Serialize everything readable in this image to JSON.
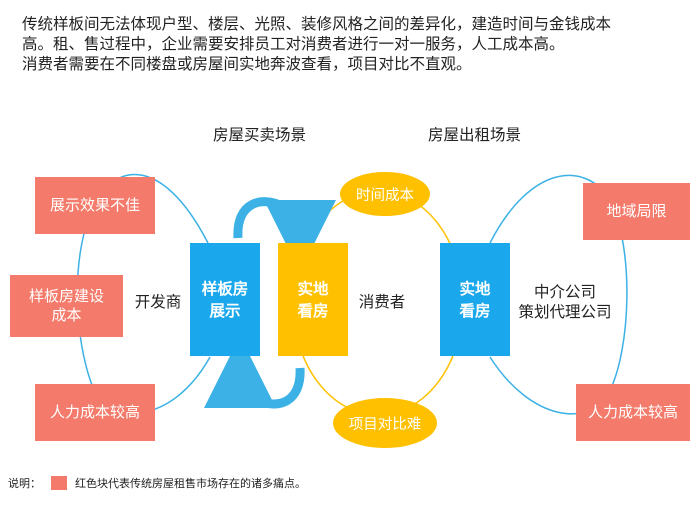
{
  "intro": {
    "line1": "传统样板间无法体现户型、楼层、光照、装修风格之间的差异化，建造时间与金钱成本",
    "line2": "高。租、售过程中，企业需要安排员工对消费者进行一对一服务，人工成本高。",
    "line3": "消费者需要在不同楼盘或房屋间实地奔波查看，项目对比不直观。"
  },
  "scenes": {
    "buy_sell": "房屋买卖场景",
    "rent": "房屋出租场景"
  },
  "left_pain_points": [
    "展示效果不佳",
    "样板房建设\n成本",
    "人力成本较高"
  ],
  "right_pain_points": [
    "地域局限",
    "人力成本较高"
  ],
  "boxes": {
    "model_room": "样板房\n展示",
    "onsite_view_1": "实地\n看房",
    "onsite_view_2": "实地\n看房"
  },
  "actors": {
    "developer": "开发商",
    "consumer": "消费者",
    "agency": "中介公司\n策划代理公司"
  },
  "consumer_pain_points": {
    "time_cost": "时间成本",
    "comparison": "项目对比难"
  },
  "note": {
    "label": "说明：",
    "text": "红色块代表传统房屋租售市场存在的诸多痛点。"
  },
  "colors": {
    "pain_point": "#f47b6b",
    "highlight_blue": "#1aa7ec",
    "highlight_yellow": "#ffc000",
    "arc_blue": "#3bb1e6",
    "arc_yellow": "#ffc000"
  }
}
